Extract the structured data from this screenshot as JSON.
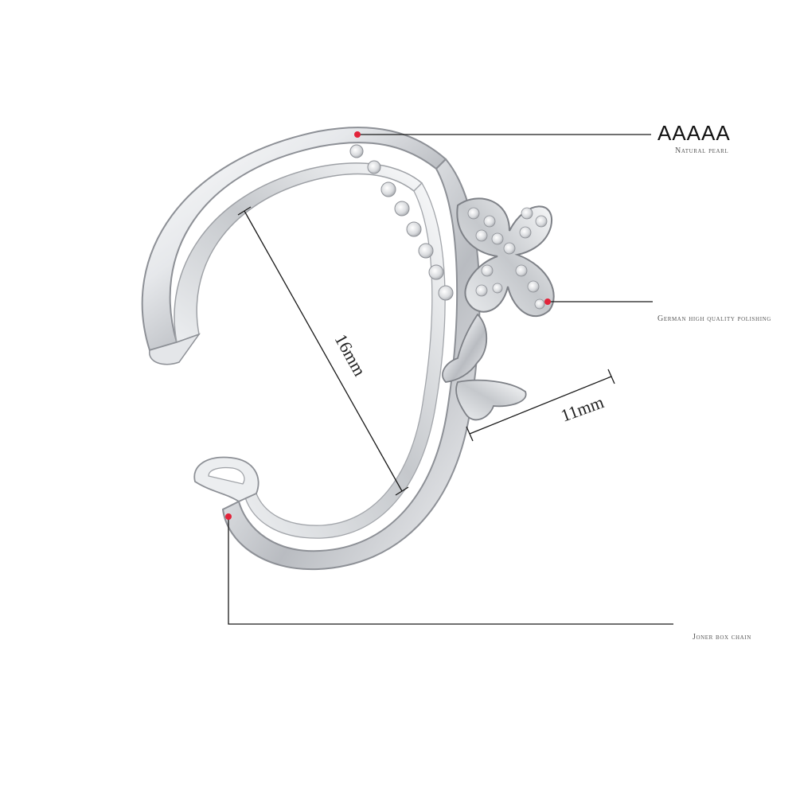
{
  "callouts": {
    "grade": "AAAAA",
    "grade_sub": "Natural pearl",
    "polish": "German high quality polishing",
    "chain": "Joner box chain"
  },
  "dimensions": {
    "ring_height": "16mm",
    "band_width": "11mm"
  },
  "colors": {
    "marker_dot": "#e2233a",
    "leader_line": "#1a1a1a",
    "metal_light": "#f4f5f7",
    "metal_dark": "#8d9096"
  }
}
